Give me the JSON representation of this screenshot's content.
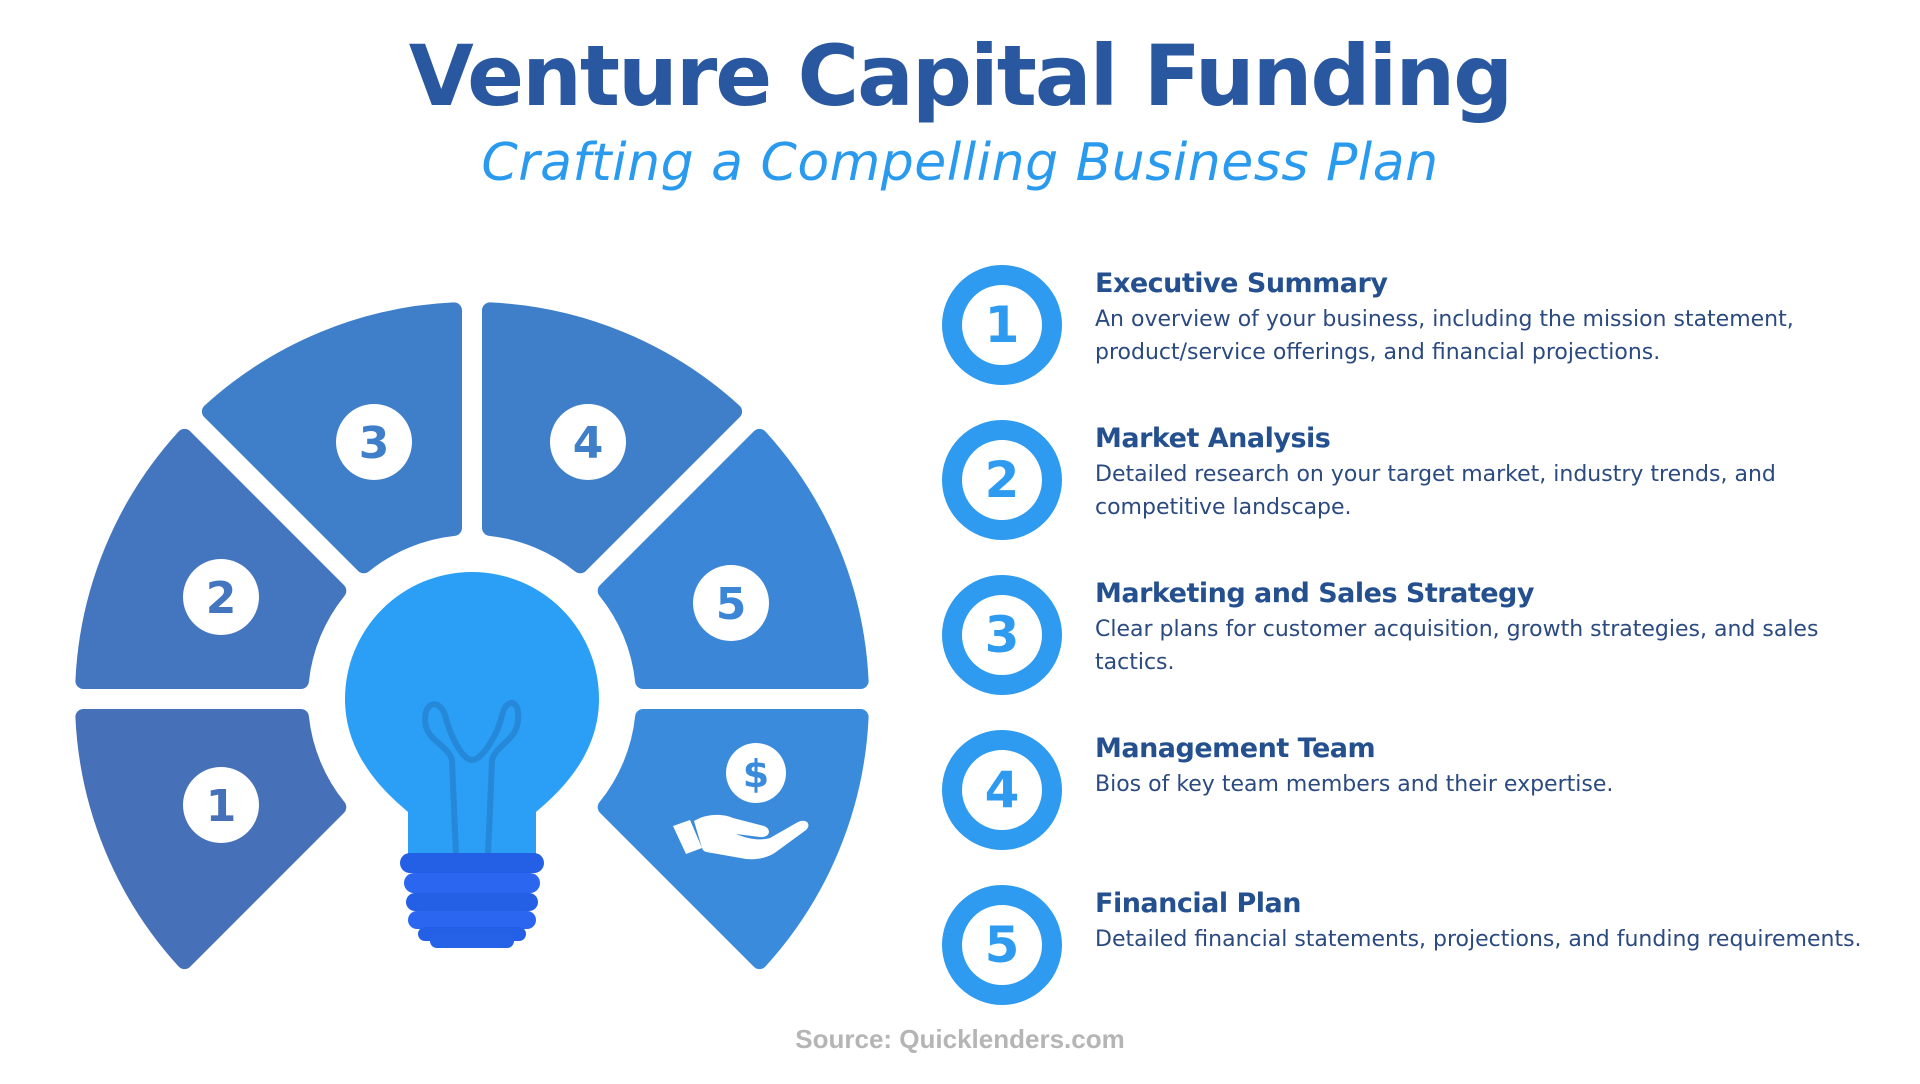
{
  "header": {
    "title": "Venture Capital Funding",
    "subtitle": "Crafting a Compelling Business Plan"
  },
  "diagram": {
    "center_icon": "lightbulb-icon",
    "segments": [
      {
        "number": "1",
        "color": "#4670B8"
      },
      {
        "number": "2",
        "color": "#4476C0"
      },
      {
        "number": "3",
        "color": "#3F7FC9"
      },
      {
        "number": "4",
        "color": "#3F7FC9"
      },
      {
        "number": "5",
        "color": "#3B86D6"
      },
      {
        "icon": "hand-holding-dollar-icon",
        "color": "#3A8BDC",
        "glyph": "$"
      }
    ],
    "bulb_color": "#2A9FF5",
    "bulb_base_color": "#2562E8"
  },
  "steps": [
    {
      "number": "1",
      "title": "Executive Summary",
      "description": "An overview of your business, including the mission statement, product/service offerings, and financial projections."
    },
    {
      "number": "2",
      "title": "Market Analysis",
      "description": "Detailed research on your target market, industry trends, and competitive landscape."
    },
    {
      "number": "3",
      "title": "Marketing and Sales Strategy",
      "description": "Clear plans for customer acquisition, growth strategies, and sales tactics."
    },
    {
      "number": "4",
      "title": "Management Team",
      "description": "Bios of key team members and their expertise."
    },
    {
      "number": "5",
      "title": "Financial Plan",
      "description": "Detailed financial statements, projections, and funding requirements."
    }
  ],
  "footer": {
    "source": "Source: Quicklenders.com"
  },
  "colors": {
    "title": "#2A58A0",
    "subtitle": "#2A9AEE",
    "step_ring": "#2E9BF0",
    "step_title": "#24508F",
    "step_text": "#2B4A80",
    "source": "#B5B5B5"
  }
}
